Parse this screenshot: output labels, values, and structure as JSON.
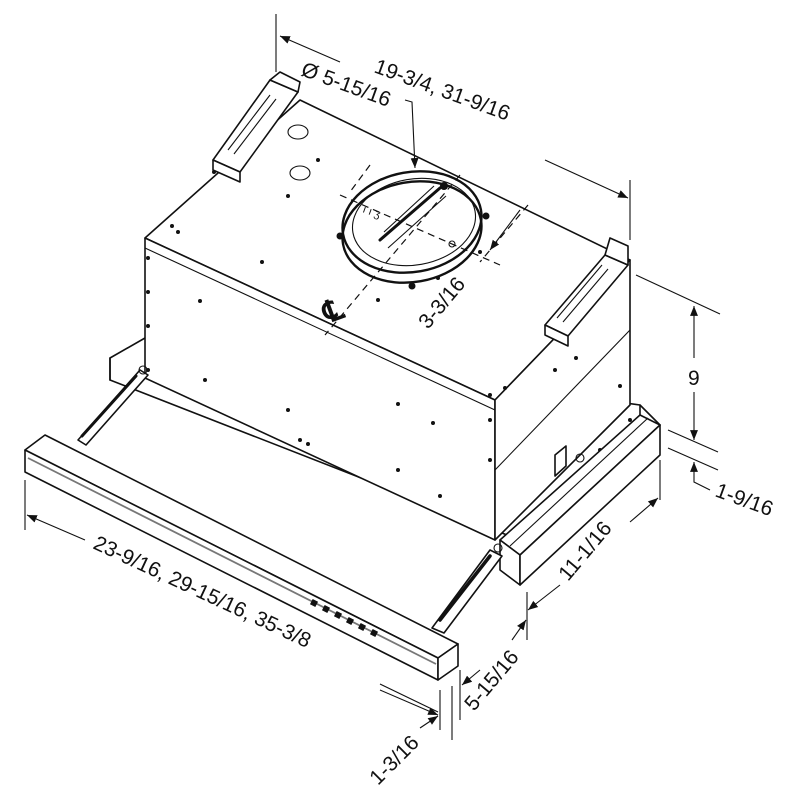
{
  "diagram": {
    "subject": "Slide-out range hood dimensional drawing",
    "units": "inches",
    "dimensions": {
      "duct_diameter": "Ø 5-15/16",
      "depth_top": "19-3/4, 31-9/16",
      "duct_offset": "3-3/16",
      "height": "9",
      "visor_thickness": "1-9/16",
      "side_depth": "11-1/16",
      "visor_extension": "5-15/16",
      "width": "23-9/16, 29-15/16, 35-3/8",
      "front_trim": "1-3/16"
    },
    "centerline_symbol": "℄",
    "control_buttons_count": 6
  }
}
